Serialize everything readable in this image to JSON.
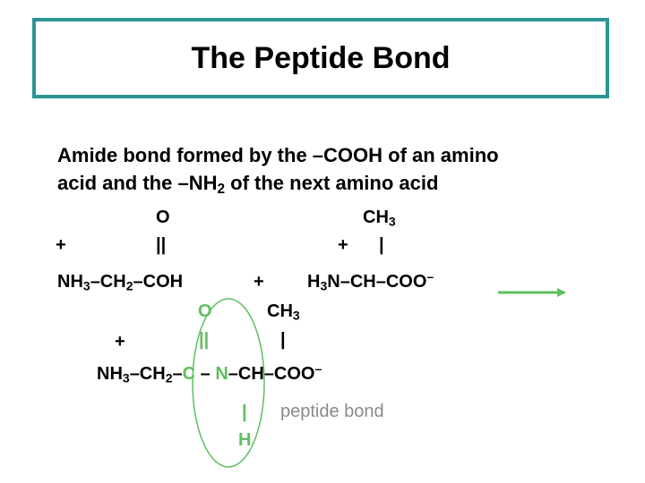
{
  "title": "The Peptide Bond",
  "intro": {
    "line1": "Amide bond formed by the –COOH of an amino",
    "line2_a": "acid and the –NH",
    "line2_sub": "2",
    "line2_b": " of the next amino acid"
  },
  "reactant1": {
    "charge": "+",
    "oxygen": "O",
    "double_bond": "||",
    "nh": "NH",
    "sub3": "3",
    "dash_ch": "–CH",
    "sub2": "2",
    "coh": "–COH"
  },
  "plus": "+",
  "reactant2": {
    "methyl": "CH",
    "methyl_sub": "3",
    "charge": "+",
    "bond": "|",
    "h": "H",
    "sub3": "3",
    "rest": "N–CH–COO",
    "minus": "–"
  },
  "product": {
    "charge": "+",
    "oxygen": "O",
    "double_bond": "||",
    "methyl": "CH",
    "methyl_sub": "3",
    "bond": "|",
    "nh": "NH",
    "sub3": "3",
    "dash_ch": "–CH",
    "sub2": "2",
    "dash": "–",
    "carbon": "C",
    "bond_dash": " – ",
    "nitrogen": "N",
    "tail": "–CH–COO",
    "minus": "–",
    "n_bond": "|",
    "n_h": "H"
  },
  "annotation": "peptide bond",
  "colors": {
    "title_border": "#2b9594",
    "highlight": "#5fbf5f",
    "annotation": "#8a8a8a"
  }
}
